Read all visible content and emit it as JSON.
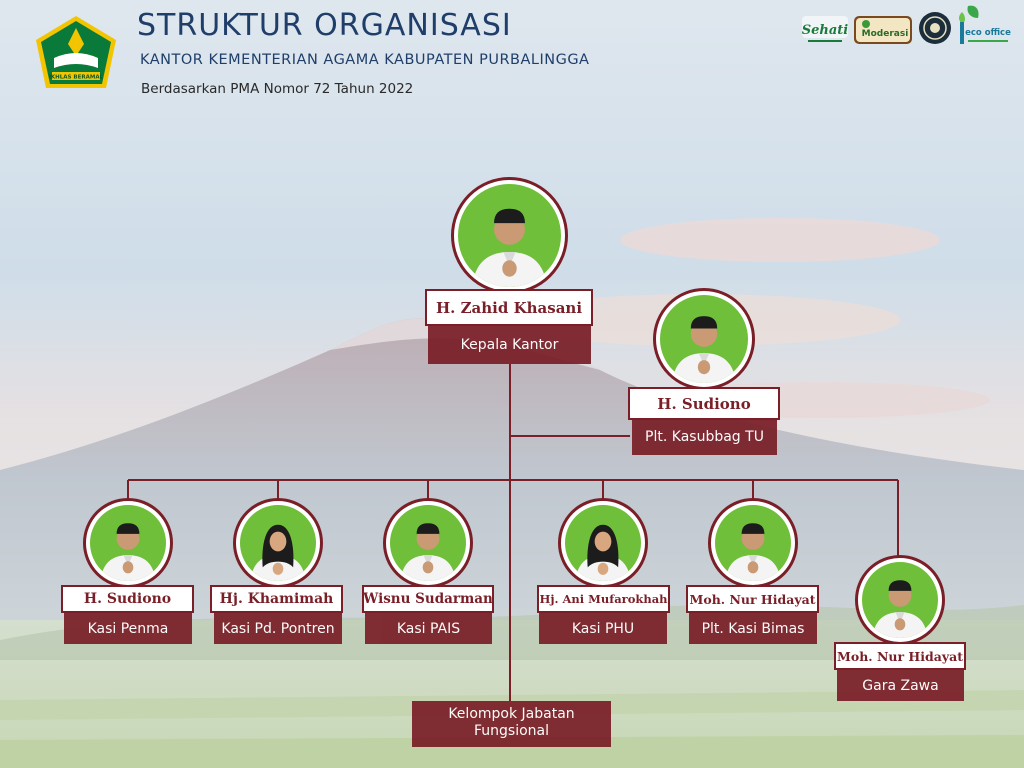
{
  "header": {
    "title": "STRUKTUR ORGANISASI",
    "subtitle": "KANTOR KEMENTERIAN AGAMA KABUPATEN PURBALINGGA",
    "basis": "Berdasarkan PMA Nomor 72 Tahun 2022"
  },
  "colors": {
    "maroon": "#7a1f28",
    "title_blue": "#1f3f6a",
    "photo_green": "#6fbf3a"
  },
  "logos": {
    "emblem_text": "IKHLAS BERAMAL",
    "sehati": "Sehati",
    "moderasi": "Moderasi",
    "ecooffice": "eco office"
  },
  "head": {
    "name": "H. Zahid Khasani",
    "role": "Kepala Kantor"
  },
  "tu": {
    "name": "H. Sudiono",
    "role": "Plt. Kasubbag TU"
  },
  "sections": [
    {
      "name": "H. Sudiono",
      "role": "Kasi Penma"
    },
    {
      "name": "Hj. Khamimah",
      "role": "Kasi Pd. Pontren"
    },
    {
      "name": "Wisnu Sudarman",
      "role": "Kasi PAIS"
    },
    {
      "name": "Hj. Ani Mufarokhah",
      "role": "Kasi PHU"
    },
    {
      "name": "Moh. Nur Hidayat",
      "role": "Plt. Kasi Bimas"
    },
    {
      "name": "Moh. Nur Hidayat",
      "role": "Gara Zawa"
    }
  ],
  "fungsional": {
    "line1": "Kelompok Jabatan",
    "line2": "Fungsional"
  }
}
